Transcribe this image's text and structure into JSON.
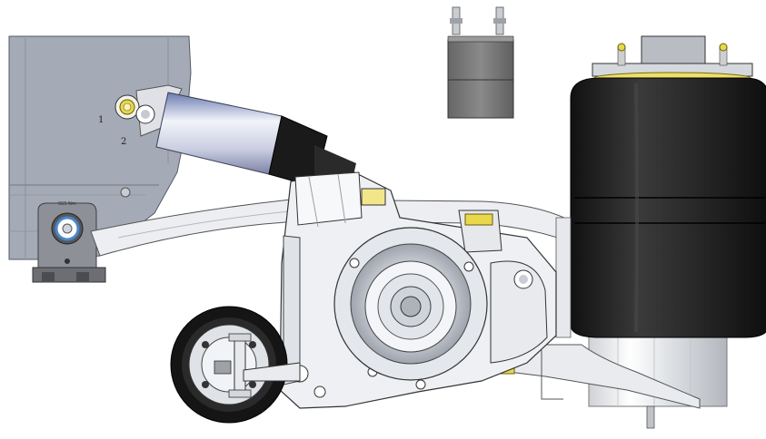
{
  "labels": {
    "callout_1": "1",
    "callout_2": "2",
    "bracket_tag": "SSS Nm"
  },
  "colors": {
    "bracket": "#a4abb6",
    "cylinder_dark": "#6e6e6e",
    "air_bag": "#1c1c1c",
    "bolt_yellow": "#e8d84a",
    "bushing_blue": "#4a88c9",
    "tire": "#151515"
  }
}
